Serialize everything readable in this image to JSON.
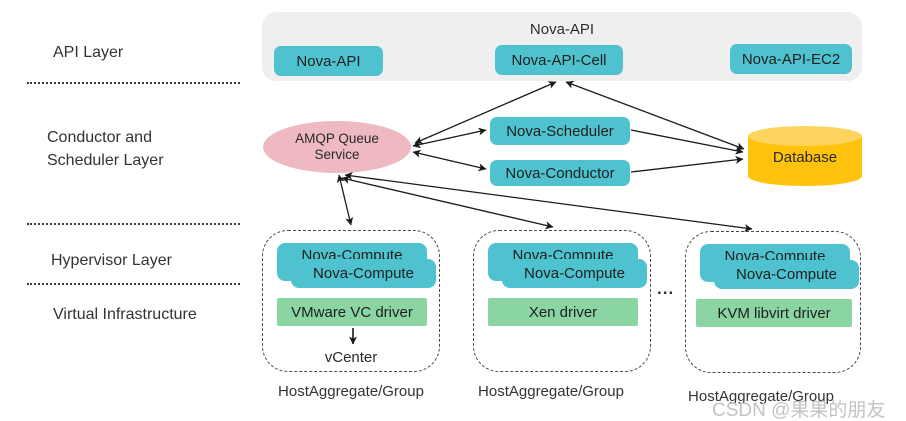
{
  "colors": {
    "teal": "#4FC2CF",
    "green": "#8BD5A3",
    "pink": "#EFB9C2",
    "yellow": "#FFC20D",
    "yellow_light": "#FFD45E",
    "container_gray": "#EFEFEF"
  },
  "layers": {
    "api": {
      "label": "API Layer"
    },
    "conductor_scheduler": {
      "line1": "Conductor and",
      "line2": "Scheduler Layer"
    },
    "hypervisor": {
      "label": "Hypervisor Layer"
    },
    "virtual_infrastructure": {
      "label": "Virtual Infrastructure"
    }
  },
  "api_container": {
    "title": "Nova-API",
    "nova_api": "Nova-API",
    "nova_api_cell": "Nova-API-Cell",
    "nova_api_ec2": "Nova-API-EC2"
  },
  "middle_layer": {
    "amqp_line1": "AMQP Queue",
    "amqp_line2": "Service",
    "scheduler": "Nova-Scheduler",
    "conductor": "Nova-Conductor",
    "database": "Database"
  },
  "compute_groups": [
    {
      "compute_back": "Nova-Compute",
      "compute_front": "Nova-Compute",
      "driver": "VMware VC driver",
      "sub_node": "vCenter",
      "caption": "HostAggregate/Group"
    },
    {
      "compute_back": "Nova-Compute",
      "compute_front": "Nova-Compute",
      "driver": "Xen driver",
      "caption": "HostAggregate/Group"
    },
    {
      "compute_back": "Nova-Compute",
      "compute_front": "Nova-Compute",
      "driver": "KVM libvirt driver",
      "caption": "HostAggregate/Group"
    }
  ],
  "ellipsis": "...",
  "watermark": "CSDN @果果的朋友"
}
